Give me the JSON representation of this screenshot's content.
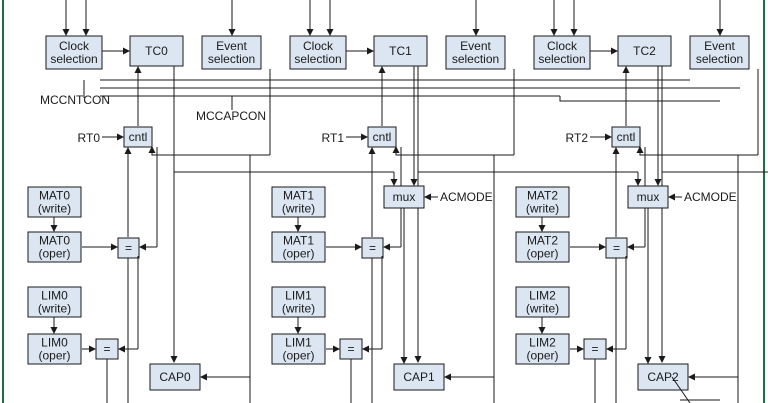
{
  "diagram": {
    "clock_selection": [
      "Clock",
      "selection"
    ],
    "event_selection": [
      "Event",
      "selection"
    ],
    "mccntcon": "MCCNTCON",
    "mccapcon": "MCCAPCON",
    "acmode": "ACMODE",
    "cntl": "cntl",
    "mux": "mux",
    "equal": "=",
    "write": "(write)",
    "oper": "(oper)",
    "channels": [
      {
        "tc": "TC0",
        "rt": "RT0",
        "mat": "MAT0",
        "lim": "LIM0",
        "cap": "CAP0"
      },
      {
        "tc": "TC1",
        "rt": "RT1",
        "mat": "MAT1",
        "lim": "LIM1",
        "cap": "CAP1"
      },
      {
        "tc": "TC2",
        "rt": "RT2",
        "mat": "MAT2",
        "lim": "LIM2",
        "cap": "CAP2"
      }
    ]
  },
  "colors": {
    "box_fill": "#dce6f2",
    "frame": "#1f6b4a",
    "line": "#1a1a1a"
  }
}
